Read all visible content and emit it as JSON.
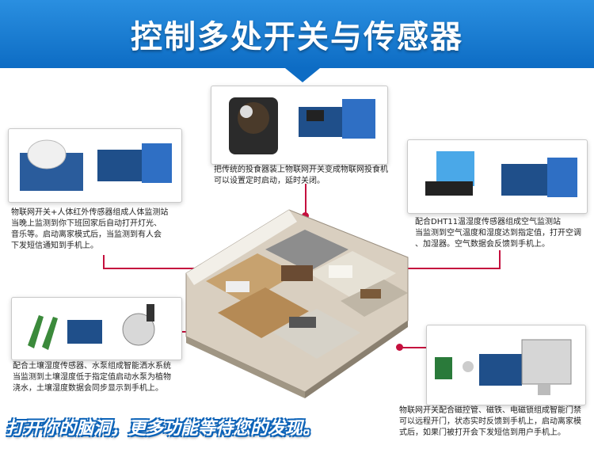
{
  "title": "控制多处开关与传感器",
  "captions": {
    "top_center": [
      "把传统的投食器装上物联网开关变成物联网投食机",
      "可以设置定时启动，延时关闭。"
    ],
    "left_top": [
      "物联网开关+人体红外传感器组成人体监测站",
      "当晚上监测到你下班回家后自动打开灯光、",
      "音乐等。启动离家模式后，当监测到有人会",
      "下发短信通知到手机上。"
    ],
    "right_top": [
      "配合DHT11温湿度传感器组成空气监测站",
      "当监测到空气温度和湿度达到指定值，打开空调",
      "、加湿器。空气数据会反馈到手机上。"
    ],
    "left_bottom": [
      "配合土壤湿度传感器、水泵组成智能洒水系统",
      "当监测到土壤湿度低于指定值启动水泵为植物",
      "浇水，土壤湿度数据会同步显示到手机上。"
    ],
    "right_bottom": [
      "物联网开关配合磁控管、磁铁、电磁锁组成智能门禁",
      "可以远程开门，状态实时反馈到手机上，启动离家模",
      "式后，如果门被打开会下发短信到用户手机上。"
    ]
  },
  "slogan": "打开你的脑洞，更多功能等待您的发现。",
  "colors": {
    "banner": "#0d6cc4",
    "connector": "#c5103e"
  }
}
